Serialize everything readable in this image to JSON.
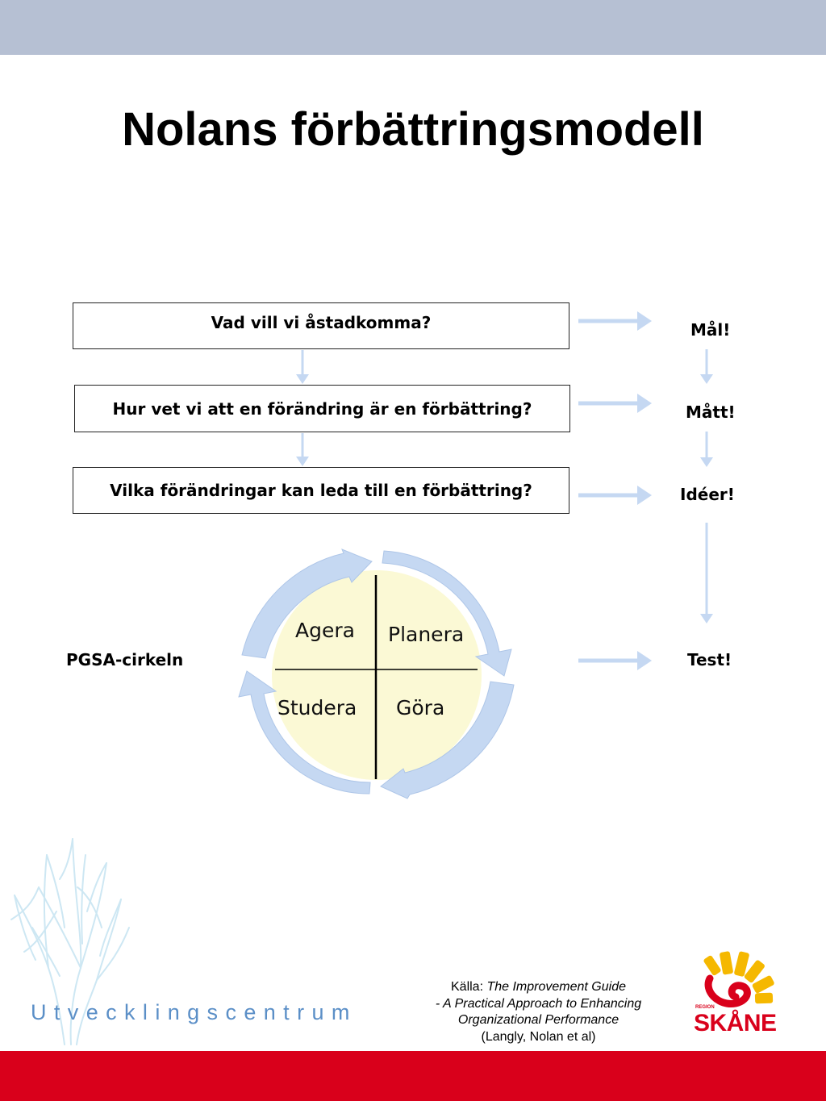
{
  "slide": {
    "title": "Nolans förbättringsmodell"
  },
  "questions": {
    "q1": "Vad vill vi åstadkomma?",
    "q2": "Hur vet vi att en förändring är en förbättring?",
    "q3": "Vilka förändringar kan leda till en förbättring?"
  },
  "outcomes": {
    "goal": "Mål!",
    "measure": "Mått!",
    "ideas": "Idéer!",
    "test": "Test!"
  },
  "cycle": {
    "label": "PGSA-cirkeln",
    "act": "Agera",
    "plan": "Planera",
    "study": "Studera",
    "do": "Göra"
  },
  "branding": {
    "department": "Utvecklingscentrum",
    "logo_text": "SKÅNE",
    "logo_small_text": "REGION"
  },
  "source": {
    "prefix": "Källa: ",
    "book_title": "The Improvement Guide",
    "subtitle_line1": "- A Practical Approach to Enhancing",
    "subtitle_line2": "Organizational Performance",
    "authors": "(Langly, Nolan et al)"
  },
  "colors": {
    "top_band": "#b6c0d3",
    "bottom_band": "#d9001b",
    "arrow": "#c5d8f2",
    "circle_fill": "#fbf9d5",
    "brand_blue": "#5b8fc7",
    "logo_red": "#d9001b",
    "logo_yellow": "#f5b800"
  }
}
